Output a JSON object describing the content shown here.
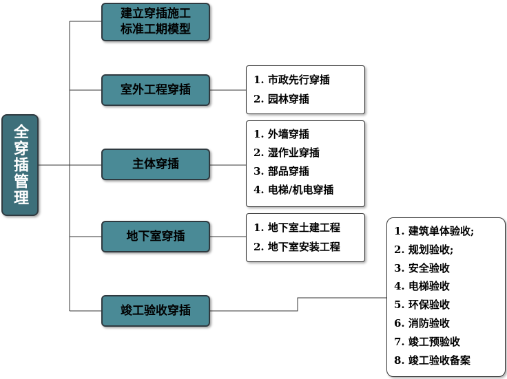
{
  "root": {
    "label": "全穿插管理"
  },
  "branches": [
    {
      "label": "建立穿插施工标准工期模型",
      "line1": "建立穿插施工",
      "line2": "标准工期模型"
    },
    {
      "label": "室外工程穿插",
      "items": [
        "1. 市政先行穿插",
        "2. 园林穿插"
      ]
    },
    {
      "label": "主体穿插",
      "items": [
        "1. 外墙穿插",
        "2. 湿作业穿插",
        "3. 部品穿插",
        "4. 电梯/机电穿插"
      ]
    },
    {
      "label": "地下室穿插",
      "items": [
        "1. 地下室土建工程",
        "2. 地下室安装工程"
      ]
    },
    {
      "label": "竣工验收穿插",
      "items": [
        "1. 建筑单体验收;",
        "2. 规划验收;",
        "3. 安全验收",
        "4. 电梯验收",
        "5. 环保验收",
        "6. 消防验收",
        "7. 竣工预验收",
        "8. 竣工验收备案"
      ]
    }
  ],
  "colors": {
    "teal": "#4a8a96",
    "root_teal": "#3d6f7a",
    "border": "#2f3a40",
    "line": "#333333"
  }
}
